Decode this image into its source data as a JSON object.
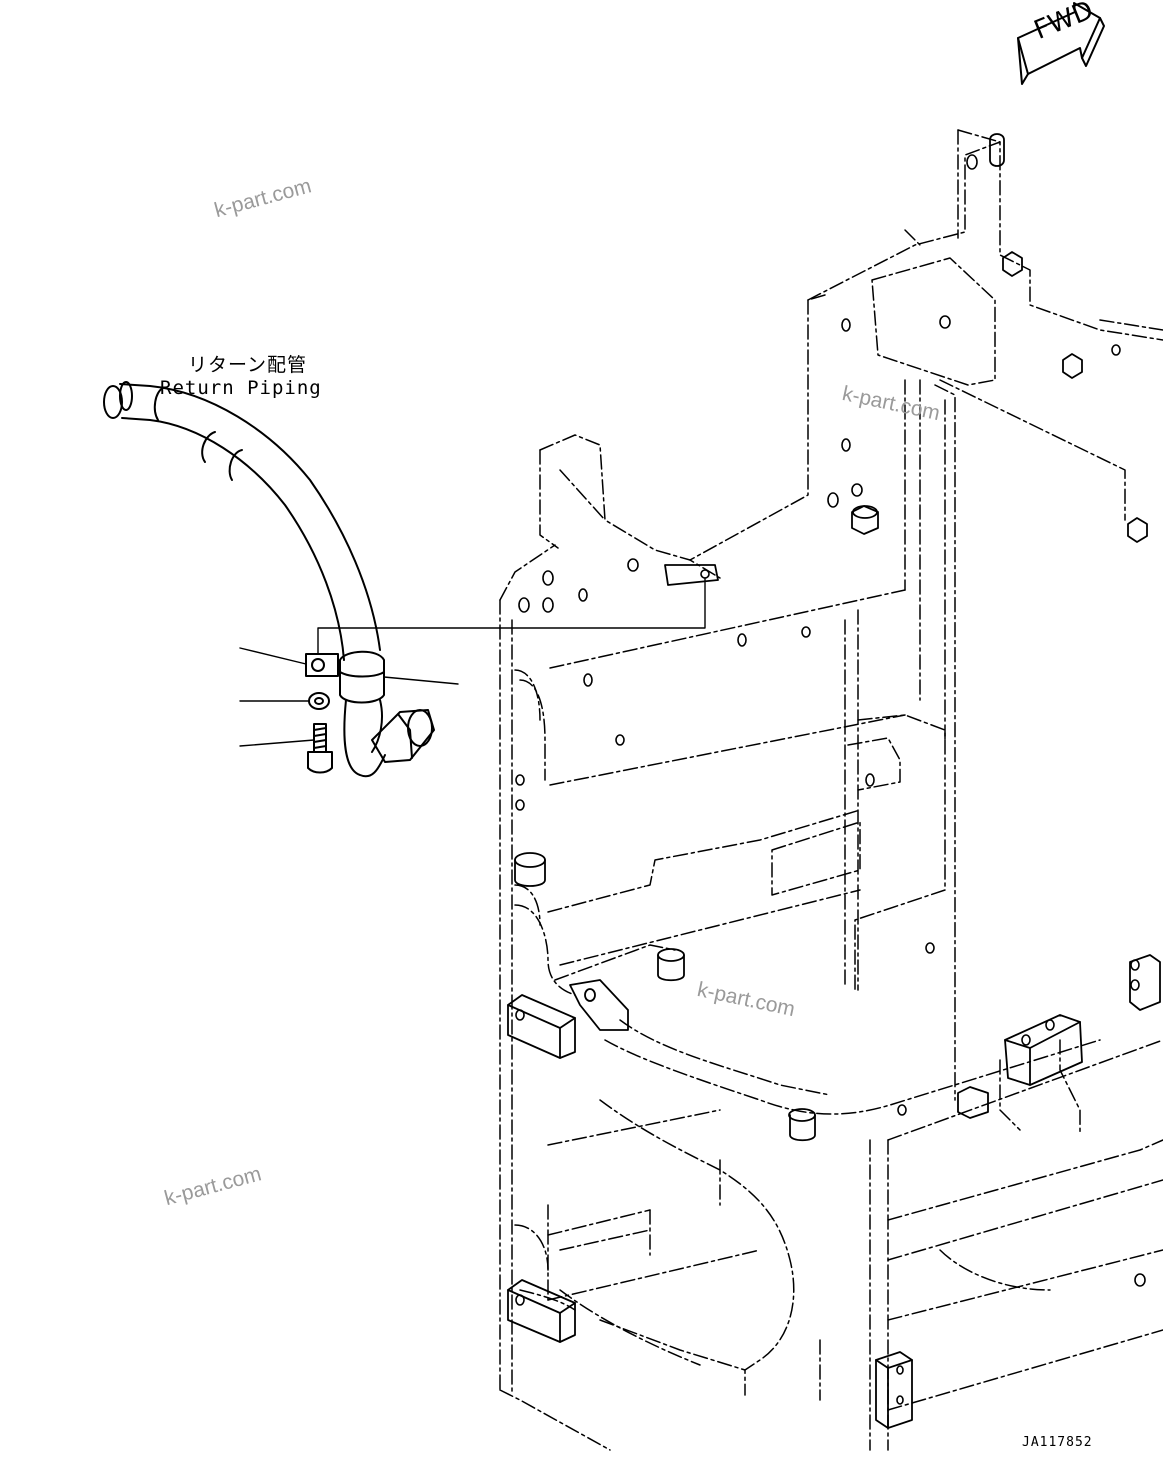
{
  "diagram": {
    "label_jp": "リターン配管",
    "label_en": "Return Piping",
    "direction_marker": "FWD",
    "drawing_id": "JA117852"
  },
  "watermarks": [
    "k-part.com",
    "k-part.com",
    "k-part.com",
    "k-part.com"
  ],
  "colors": {
    "line": "#000000",
    "watermark": "#9a9a9a",
    "background": "#ffffff"
  }
}
